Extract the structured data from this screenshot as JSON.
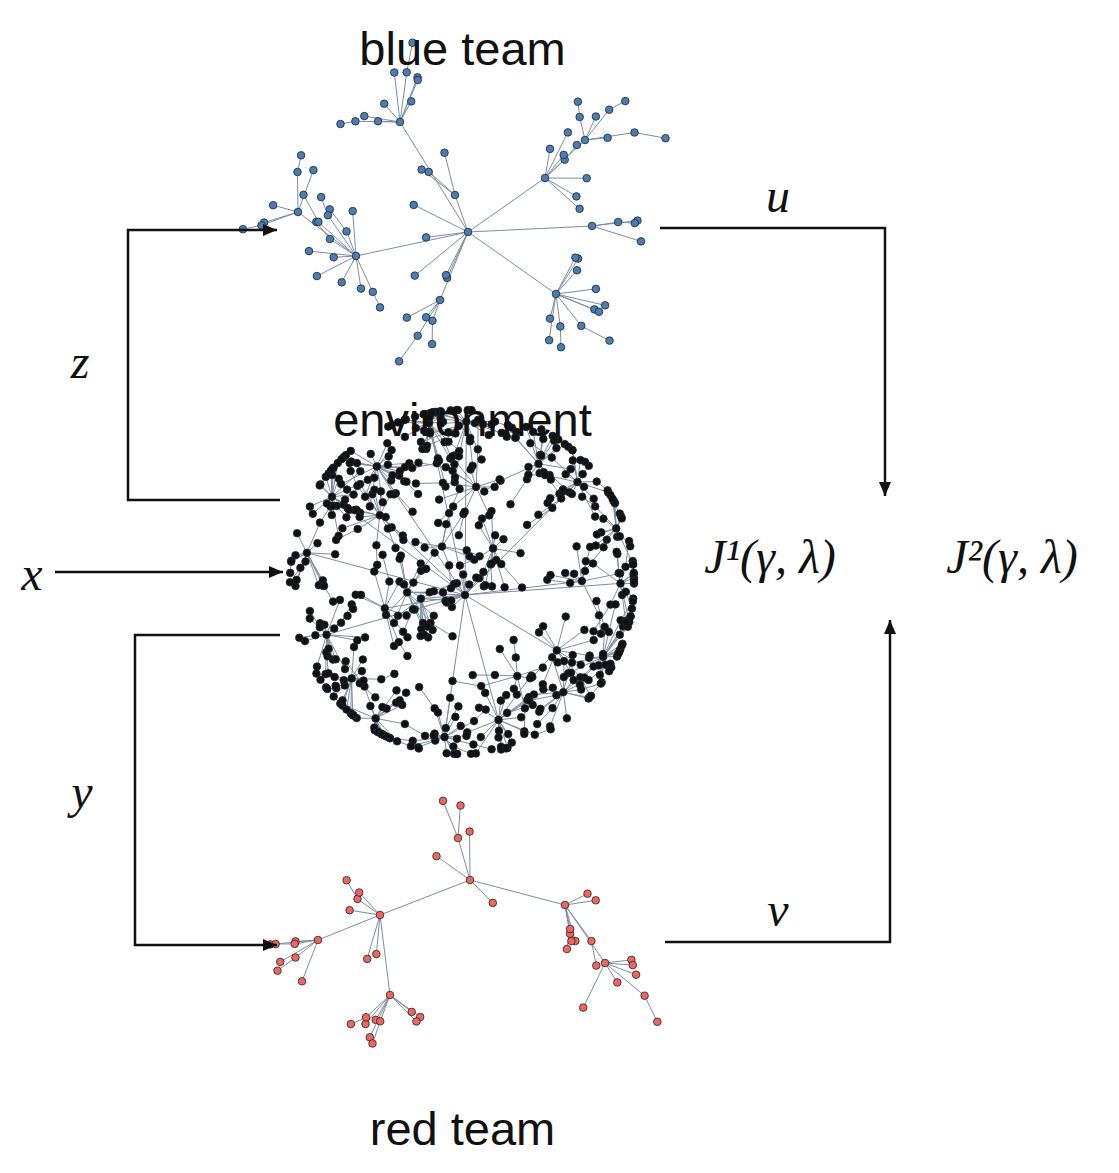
{
  "diagram": {
    "nodes": [
      {
        "text": [
          "blue team"
        ]
      },
      {
        "text": [
          "environment"
        ]
      },
      {
        "text": [
          "red team"
        ]
      }
    ],
    "edges": [
      {
        "from": 1,
        "to": 0,
        "label": "z",
        "arrow": "to"
      },
      {
        "from": 1,
        "to": 2,
        "label": "y",
        "arrow": "to"
      }
    ],
    "labels": [
      "x",
      "u",
      "v",
      "J¹(γ, λ)",
      "J²(γ, λ)"
    ]
  }
}
